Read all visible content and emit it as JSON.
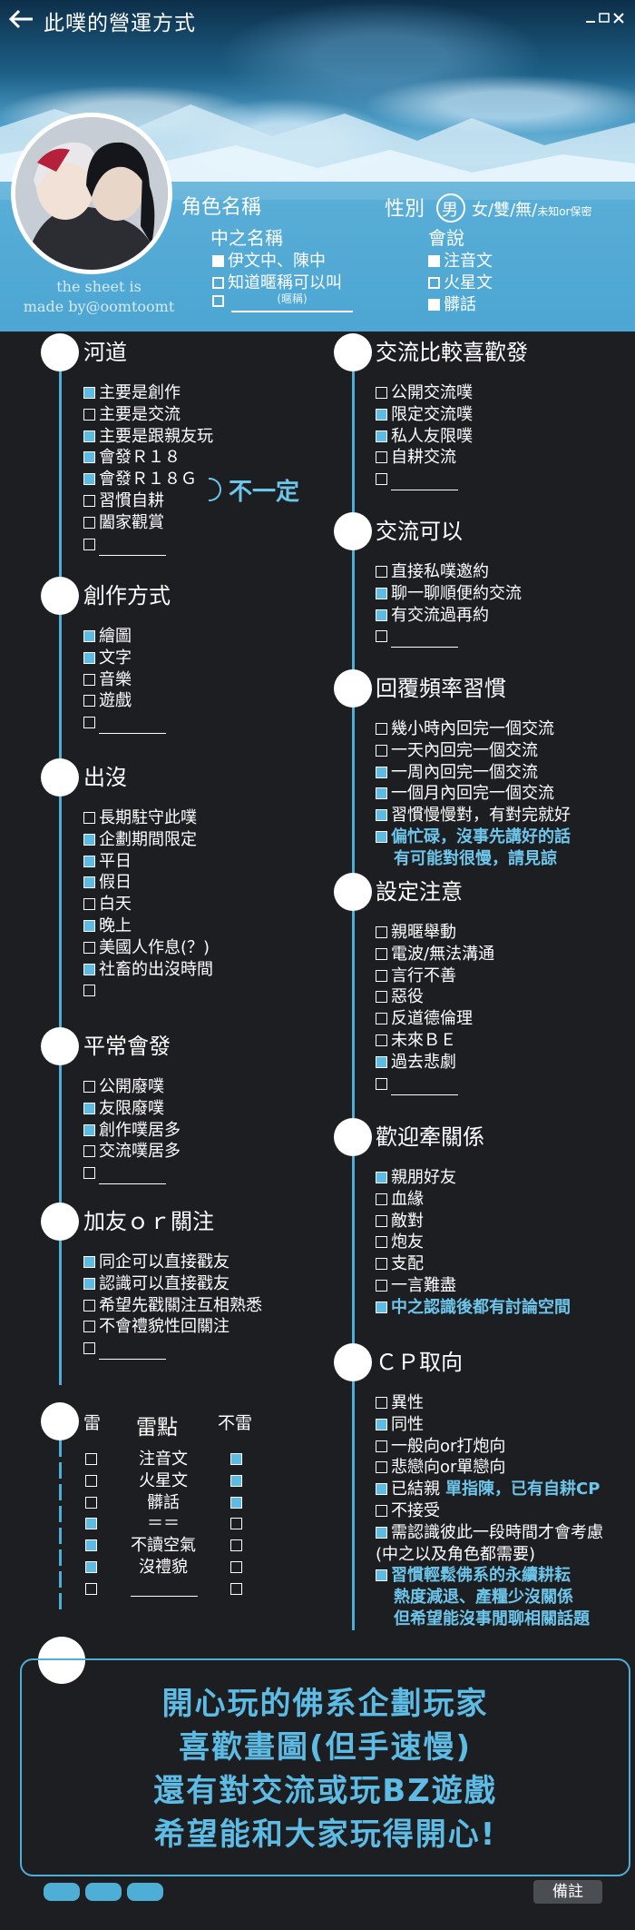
{
  "header": {
    "title": "此噗的營運方式",
    "credit": [
      "the sheet is",
      "made by@oomtoomt"
    ],
    "char_name_label": "角色名稱",
    "gender_label": "性別",
    "gender_options": "男",
    "gender_rest": "女/雙/無/",
    "gender_unknown": "未知or保密",
    "zh_name_label": "中之名稱",
    "zh_items": [
      {
        "label": "伊文中、陳中",
        "checked": true
      },
      {
        "label": "知道暱稱可以叫",
        "checked": false
      },
      {
        "label": "",
        "checked": false
      }
    ],
    "nickname_placeholder": "(暱稱)",
    "speak_label": "會說",
    "speak_items": [
      {
        "label": "注音文",
        "checked": true
      },
      {
        "label": "火星文",
        "checked": false
      },
      {
        "label": "髒話",
        "checked": true
      }
    ]
  },
  "left_sections": [
    {
      "title": "河道",
      "items": [
        {
          "label": "主要是創作",
          "checked": true
        },
        {
          "label": "主要是交流",
          "checked": false
        },
        {
          "label": "主要是跟親友玩",
          "checked": true
        },
        {
          "label": "會發Ｒ１８",
          "checked": true
        },
        {
          "label": "會發Ｒ１８Ｇ",
          "checked": true
        },
        {
          "label": "習慣自耕",
          "checked": false
        },
        {
          "label": "闔家觀賞",
          "checked": false
        },
        {
          "label": "",
          "checked": false,
          "blank": true
        }
      ],
      "note": "不一定"
    },
    {
      "title": "創作方式",
      "items": [
        {
          "label": "繪圖",
          "checked": true
        },
        {
          "label": "文字",
          "checked": true
        },
        {
          "label": "音樂",
          "checked": false
        },
        {
          "label": "遊戲",
          "checked": false
        },
        {
          "label": "",
          "checked": false,
          "blank": true
        }
      ]
    },
    {
      "title": "出沒",
      "items": [
        {
          "label": "長期駐守此噗",
          "checked": false
        },
        {
          "label": "企劃期間限定",
          "checked": true
        },
        {
          "label": "平日",
          "checked": true
        },
        {
          "label": "假日",
          "checked": true
        },
        {
          "label": "白天",
          "checked": false
        },
        {
          "label": "晚上",
          "checked": true
        },
        {
          "label": "美國人作息(？)",
          "checked": false
        },
        {
          "label": "社畜的出沒時間",
          "checked": true
        },
        {
          "label": "",
          "checked": false
        }
      ]
    },
    {
      "title": "平常會發",
      "items": [
        {
          "label": "公開廢噗",
          "checked": false
        },
        {
          "label": "友限廢噗",
          "checked": true
        },
        {
          "label": "創作噗居多",
          "checked": true
        },
        {
          "label": "交流噗居多",
          "checked": false
        },
        {
          "label": "",
          "checked": false,
          "blank": true
        }
      ]
    },
    {
      "title": "加友ｏｒ關注",
      "items": [
        {
          "label": "同企可以直接戳友",
          "checked": true
        },
        {
          "label": "認識可以直接戳友",
          "checked": true
        },
        {
          "label": "希望先戳關注互相熟悉",
          "checked": false
        },
        {
          "label": "不會禮貌性回關注",
          "checked": false
        },
        {
          "label": "",
          "checked": false,
          "blank": true
        }
      ]
    }
  ],
  "thunder": {
    "left_head": "雷",
    "mid_head": "雷點",
    "right_head": "不雷",
    "rows": [
      {
        "name": "注音文",
        "thunder": false,
        "ok": true
      },
      {
        "name": "火星文",
        "thunder": false,
        "ok": true
      },
      {
        "name": "髒話",
        "thunder": false,
        "ok": true
      },
      {
        "name": "＝＝",
        "thunder": true,
        "ok": false
      },
      {
        "name": "不讀空氣",
        "thunder": true,
        "ok": false
      },
      {
        "name": "沒禮貌",
        "thunder": true,
        "ok": false
      },
      {
        "name": "",
        "thunder": false,
        "ok": false,
        "blank": true
      }
    ]
  },
  "right_sections": [
    {
      "title": "交流比較喜歡發",
      "items": [
        {
          "label": "公開交流噗",
          "checked": false
        },
        {
          "label": "限定交流噗",
          "checked": true
        },
        {
          "label": "私人友限噗",
          "checked": true
        },
        {
          "label": "自耕交流",
          "checked": false
        },
        {
          "label": "",
          "checked": false,
          "blank": true
        }
      ]
    },
    {
      "title": "交流可以",
      "items": [
        {
          "label": "直接私噗邀約",
          "checked": false
        },
        {
          "label": "聊一聊順便約交流",
          "checked": true
        },
        {
          "label": "有交流過再約",
          "checked": true
        },
        {
          "label": "",
          "checked": false,
          "blank": true
        }
      ]
    },
    {
      "title": "回覆頻率習慣",
      "items": [
        {
          "label": "幾小時內回完一個交流",
          "checked": false
        },
        {
          "label": "一天內回完一個交流",
          "checked": false
        },
        {
          "label": "一周內回完一個交流",
          "checked": true
        },
        {
          "label": "一個月內回完一個交流",
          "checked": true
        },
        {
          "label": "習慣慢慢對，有對完就好",
          "checked": true
        },
        {
          "label": "偏忙碌，沒事先講好的話",
          "checked": true,
          "blue": true
        },
        {
          "label": "有可能對很慢，請見諒",
          "indent": true,
          "blue": true,
          "nobox": true
        }
      ]
    },
    {
      "title": "設定注意",
      "items": [
        {
          "label": "親暱舉動",
          "checked": false
        },
        {
          "label": "電波/無法溝通",
          "checked": false
        },
        {
          "label": "言行不善",
          "checked": false
        },
        {
          "label": "惡役",
          "checked": false
        },
        {
          "label": "反道德倫理",
          "checked": false
        },
        {
          "label": "未來ＢＥ",
          "checked": false
        },
        {
          "label": "過去悲劇",
          "checked": true
        },
        {
          "label": "",
          "checked": false,
          "blank": true
        }
      ]
    },
    {
      "title": "歡迎牽關係",
      "items": [
        {
          "label": "親朋好友",
          "checked": true
        },
        {
          "label": "血緣",
          "checked": false
        },
        {
          "label": "敵對",
          "checked": false
        },
        {
          "label": "炮友",
          "checked": false
        },
        {
          "label": "支配",
          "checked": false
        },
        {
          "label": "一言難盡",
          "checked": false
        },
        {
          "label": "中之認識後都有討論空間",
          "checked": true,
          "blue": true
        }
      ]
    },
    {
      "title": "ＣＰ取向",
      "items": [
        {
          "label": "異性",
          "checked": false
        },
        {
          "label": "同性",
          "checked": true
        },
        {
          "label": "一般向or打炮向",
          "checked": false
        },
        {
          "label": "悲戀向or單戀向",
          "checked": false
        },
        {
          "label": "已結親",
          "checked": true,
          "suffix": "單指陳，已有自耕CP"
        },
        {
          "label": "不接受",
          "checked": false
        },
        {
          "label": "需認識彼此一段時間才會考慮",
          "checked": true
        },
        {
          "label": "(中之以及角色都需要)",
          "nobox": true
        },
        {
          "label": "習慣輕鬆佛系的永續耕耘",
          "checked": true,
          "blue": true
        },
        {
          "label": "熱度減退、產糧少沒關係",
          "indent": true,
          "blue": true,
          "nobox": true
        },
        {
          "label": "但希望能沒事閒聊相關話題",
          "indent": true,
          "blue": true,
          "nobox": true
        }
      ]
    }
  ],
  "summary": [
    "開心玩的佛系企劃玩家",
    "喜歡畫圖(但手速慢)",
    "還有對交流或玩BZ遊戲",
    "希望能和大家玩得開心!"
  ],
  "footer": {
    "note_button": "備註"
  },
  "colors": {
    "accent": "#4faed6",
    "accent_text": "#5dbbe4",
    "background": "#1c1e22"
  }
}
